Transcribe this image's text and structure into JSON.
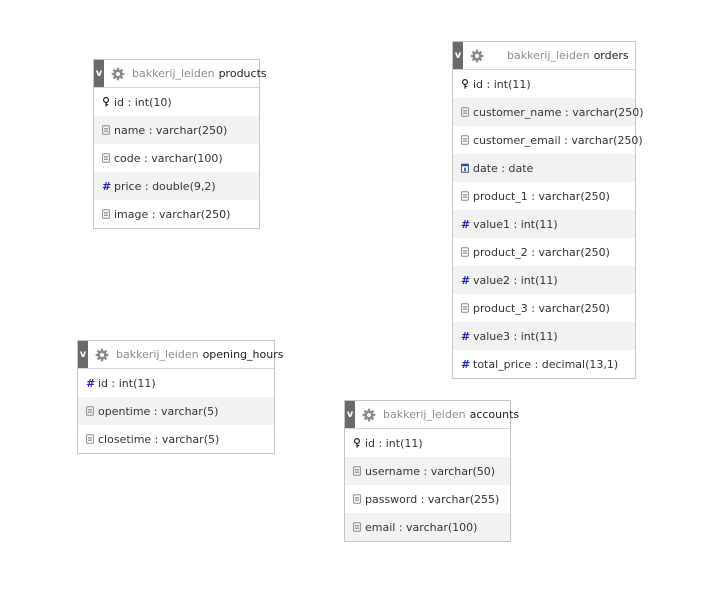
{
  "tables": {
    "products": {
      "db": "bakkerij_leiden",
      "name": "products",
      "toggle": "v",
      "fields": [
        {
          "label": "id : int(10)",
          "icon": "key-icon"
        },
        {
          "label": "name : varchar(250)",
          "icon": "text-field-icon"
        },
        {
          "label": "code : varchar(100)",
          "icon": "text-field-icon"
        },
        {
          "label": "price : double(9,2)",
          "icon": "numeric-icon"
        },
        {
          "label": "image : varchar(250)",
          "icon": "text-field-icon"
        }
      ]
    },
    "orders": {
      "db": "bakkerij_leiden",
      "name": "orders",
      "toggle": "v",
      "fields": [
        {
          "label": "id : int(11)",
          "icon": "key-icon"
        },
        {
          "label": "customer_name : varchar(250)",
          "icon": "text-field-icon"
        },
        {
          "label": "customer_email : varchar(250)",
          "icon": "text-field-icon"
        },
        {
          "label": "date : date",
          "icon": "date-icon"
        },
        {
          "label": "product_1 : varchar(250)",
          "icon": "text-field-icon"
        },
        {
          "label": "value1 : int(11)",
          "icon": "numeric-icon"
        },
        {
          "label": "product_2 : varchar(250)",
          "icon": "text-field-icon"
        },
        {
          "label": "value2 : int(11)",
          "icon": "numeric-icon"
        },
        {
          "label": "product_3 : varchar(250)",
          "icon": "text-field-icon"
        },
        {
          "label": "value3 : int(11)",
          "icon": "numeric-icon"
        },
        {
          "label": "total_price : decimal(13,1)",
          "icon": "numeric-icon"
        }
      ]
    },
    "opening_hours": {
      "db": "bakkerij_leiden",
      "name": "opening_hours",
      "toggle": "v",
      "fields": [
        {
          "label": "id : int(11)",
          "icon": "numeric-icon"
        },
        {
          "label": "opentime : varchar(5)",
          "icon": "text-field-icon"
        },
        {
          "label": "closetime : varchar(5)",
          "icon": "text-field-icon"
        }
      ]
    },
    "accounts": {
      "db": "bakkerij_leiden",
      "name": "accounts",
      "toggle": "v",
      "fields": [
        {
          "label": "id : int(11)",
          "icon": "key-icon"
        },
        {
          "label": "username : varchar(50)",
          "icon": "text-field-icon"
        },
        {
          "label": "password : varchar(255)",
          "icon": "text-field-icon"
        },
        {
          "label": "email : varchar(100)",
          "icon": "text-field-icon"
        }
      ]
    }
  },
  "colors": {
    "toggle_bg": "#6a6a6a",
    "numeric_icon": "#2424b8",
    "db_text": "#8c8c8c",
    "alt_row": "#f2f2f2"
  }
}
